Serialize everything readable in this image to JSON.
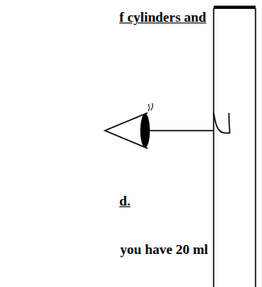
{
  "diagram": {
    "labels": [
      "f cylinders and",
      "d.",
      "you have 20 ml"
    ]
  }
}
